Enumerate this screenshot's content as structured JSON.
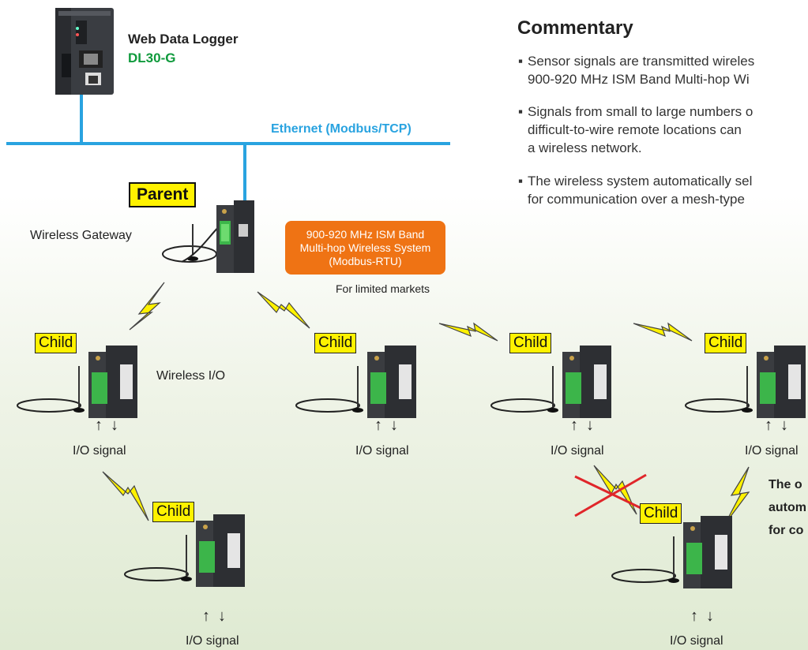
{
  "logger": {
    "name": "Web Data Logger",
    "model": "DL30-G"
  },
  "network": {
    "ethernet_label": "Ethernet (Modbus/TCP)"
  },
  "gateway": {
    "role": "Parent",
    "label": "Wireless Gateway"
  },
  "wireless_system": {
    "line1": "900-920 MHz ISM Band",
    "line2": "Multi-hop Wireless System",
    "line3": "(Modbus-RTU)",
    "note": "For limited markets"
  },
  "child_label": "Child",
  "wireless_io_label": "Wireless I/O",
  "io_signal": "I/O signal",
  "io_arrows": "↑↓",
  "callout": {
    "line1": "The o",
    "line2": "autom",
    "line3": "for co"
  },
  "commentary": {
    "title": "Commentary",
    "bullets": [
      [
        "Sensor signals are transmitted wireles",
        "900-920 MHz ISM Band Multi-hop Wi"
      ],
      [
        "Signals from small to large numbers o",
        "difficult-to-wire remote locations can",
        "a wireless network."
      ],
      [
        "The wireless system automatically sel",
        "for communication over a mesh-type"
      ]
    ]
  },
  "colors": {
    "ethernet": "#29a3e0",
    "logger_model": "#0f9a3c",
    "label_bg": "#fff200",
    "band_box": "#ef7314",
    "bolt": "#fff200",
    "blocked": "#e0262a"
  }
}
